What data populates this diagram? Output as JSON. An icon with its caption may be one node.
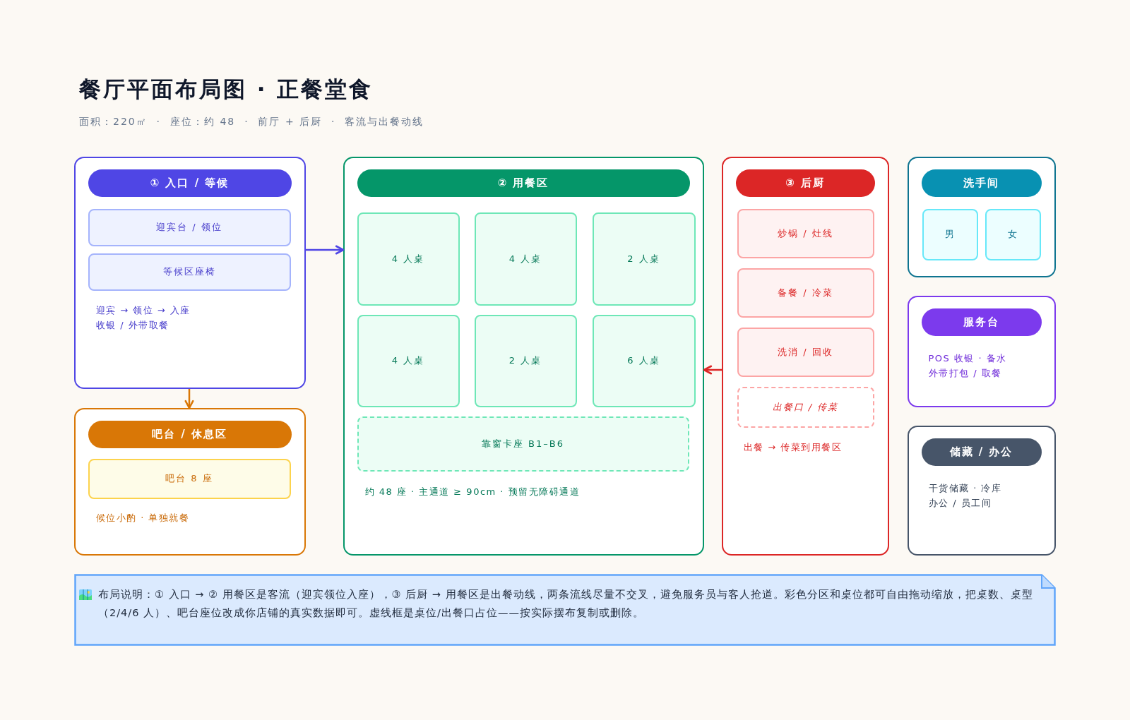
{
  "diagram": {
    "title": "餐厅平面布局图 · 正餐堂食",
    "nodes": [
      {
        "text": [
          "① 入口 / 等候",
          "迎宾 → 领位 → 入座",
          "收银 / 外带取餐"
        ]
      },
      {
        "text": [
          "迎宾台 / 领位"
        ],
        "in": 0
      },
      {
        "text": [
          "等候区座椅"
        ],
        "in": 0
      },
      {
        "text": [
          "吧台 / 休息区",
          "候位小酌 · 单独就餐"
        ]
      },
      {
        "text": [
          "吧台 8 座"
        ],
        "in": 3
      },
      {
        "text": [
          "② 用餐区",
          "约 48 座 · 主通道 ≥ 90cm · 预留无障碍通道"
        ]
      },
      {
        "text": [
          "4 人桌"
        ],
        "in": 5
      },
      {
        "text": [
          "4 人桌"
        ],
        "in": 5
      },
      {
        "text": [
          "2 人桌"
        ],
        "in": 5
      },
      {
        "text": [
          "4 人桌"
        ],
        "in": 5
      },
      {
        "text": [
          "2 人桌"
        ],
        "in": 5
      },
      {
        "text": [
          "6 人桌"
        ],
        "in": 5
      },
      {
        "text": [
          "靠窗卡座 B1–B6"
        ],
        "in": 5
      },
      {
        "text": [
          "③ 后厨",
          "出餐 → 传菜到用餐区"
        ]
      },
      {
        "text": [
          "炒锅 / 灶线"
        ],
        "in": 13
      },
      {
        "text": [
          "备餐 / 冷菜"
        ],
        "in": 13
      },
      {
        "text": [
          "洗消 / 回收"
        ],
        "in": 13
      },
      {
        "text": [
          "出餐口 / 传菜"
        ],
        "in": 13
      },
      {
        "text": [
          "洗手间"
        ]
      },
      {
        "text": [
          "男"
        ],
        "in": 18
      },
      {
        "text": [
          "女"
        ],
        "in": 18
      },
      {
        "text": [
          "服务台",
          "POS 收银 · 备水",
          "外带打包 / 取餐"
        ]
      },
      {
        "text": [
          "储藏 / 办公",
          "干货储藏 · 冷库",
          "办公 / 员工间"
        ]
      },
      {
        "text": [
          "布局说明：① 入口 → ② 用餐区是客流（迎宾领位入座），③ 后厨 → 用餐区是出餐动线，两条流线尽量不交叉，避免服务员与客人抢道。彩色分区和桌位都可自由拖动缩放，把桌数、桌型（2/4/6 人）、吧台座位改成你店铺的真实数据即可。虚线框是桌位/出餐口占位——按实际摆布复制或删除。"
        ]
      }
    ],
    "edges": [
      {
        "from": 0,
        "to": 5,
        "arrow": "to",
        "color": "#4f46e5"
      },
      {
        "from": 0,
        "to": 3,
        "arrow": "to",
        "color": "#d97706"
      },
      {
        "from": 13,
        "to": 5,
        "arrow": "to",
        "color": "#dc2626"
      }
    ],
    "labels": [
      "面积：220㎡  ·  座位：约 48  ·  前厅 + 后厨  ·  客流与出餐动线"
    ]
  }
}
